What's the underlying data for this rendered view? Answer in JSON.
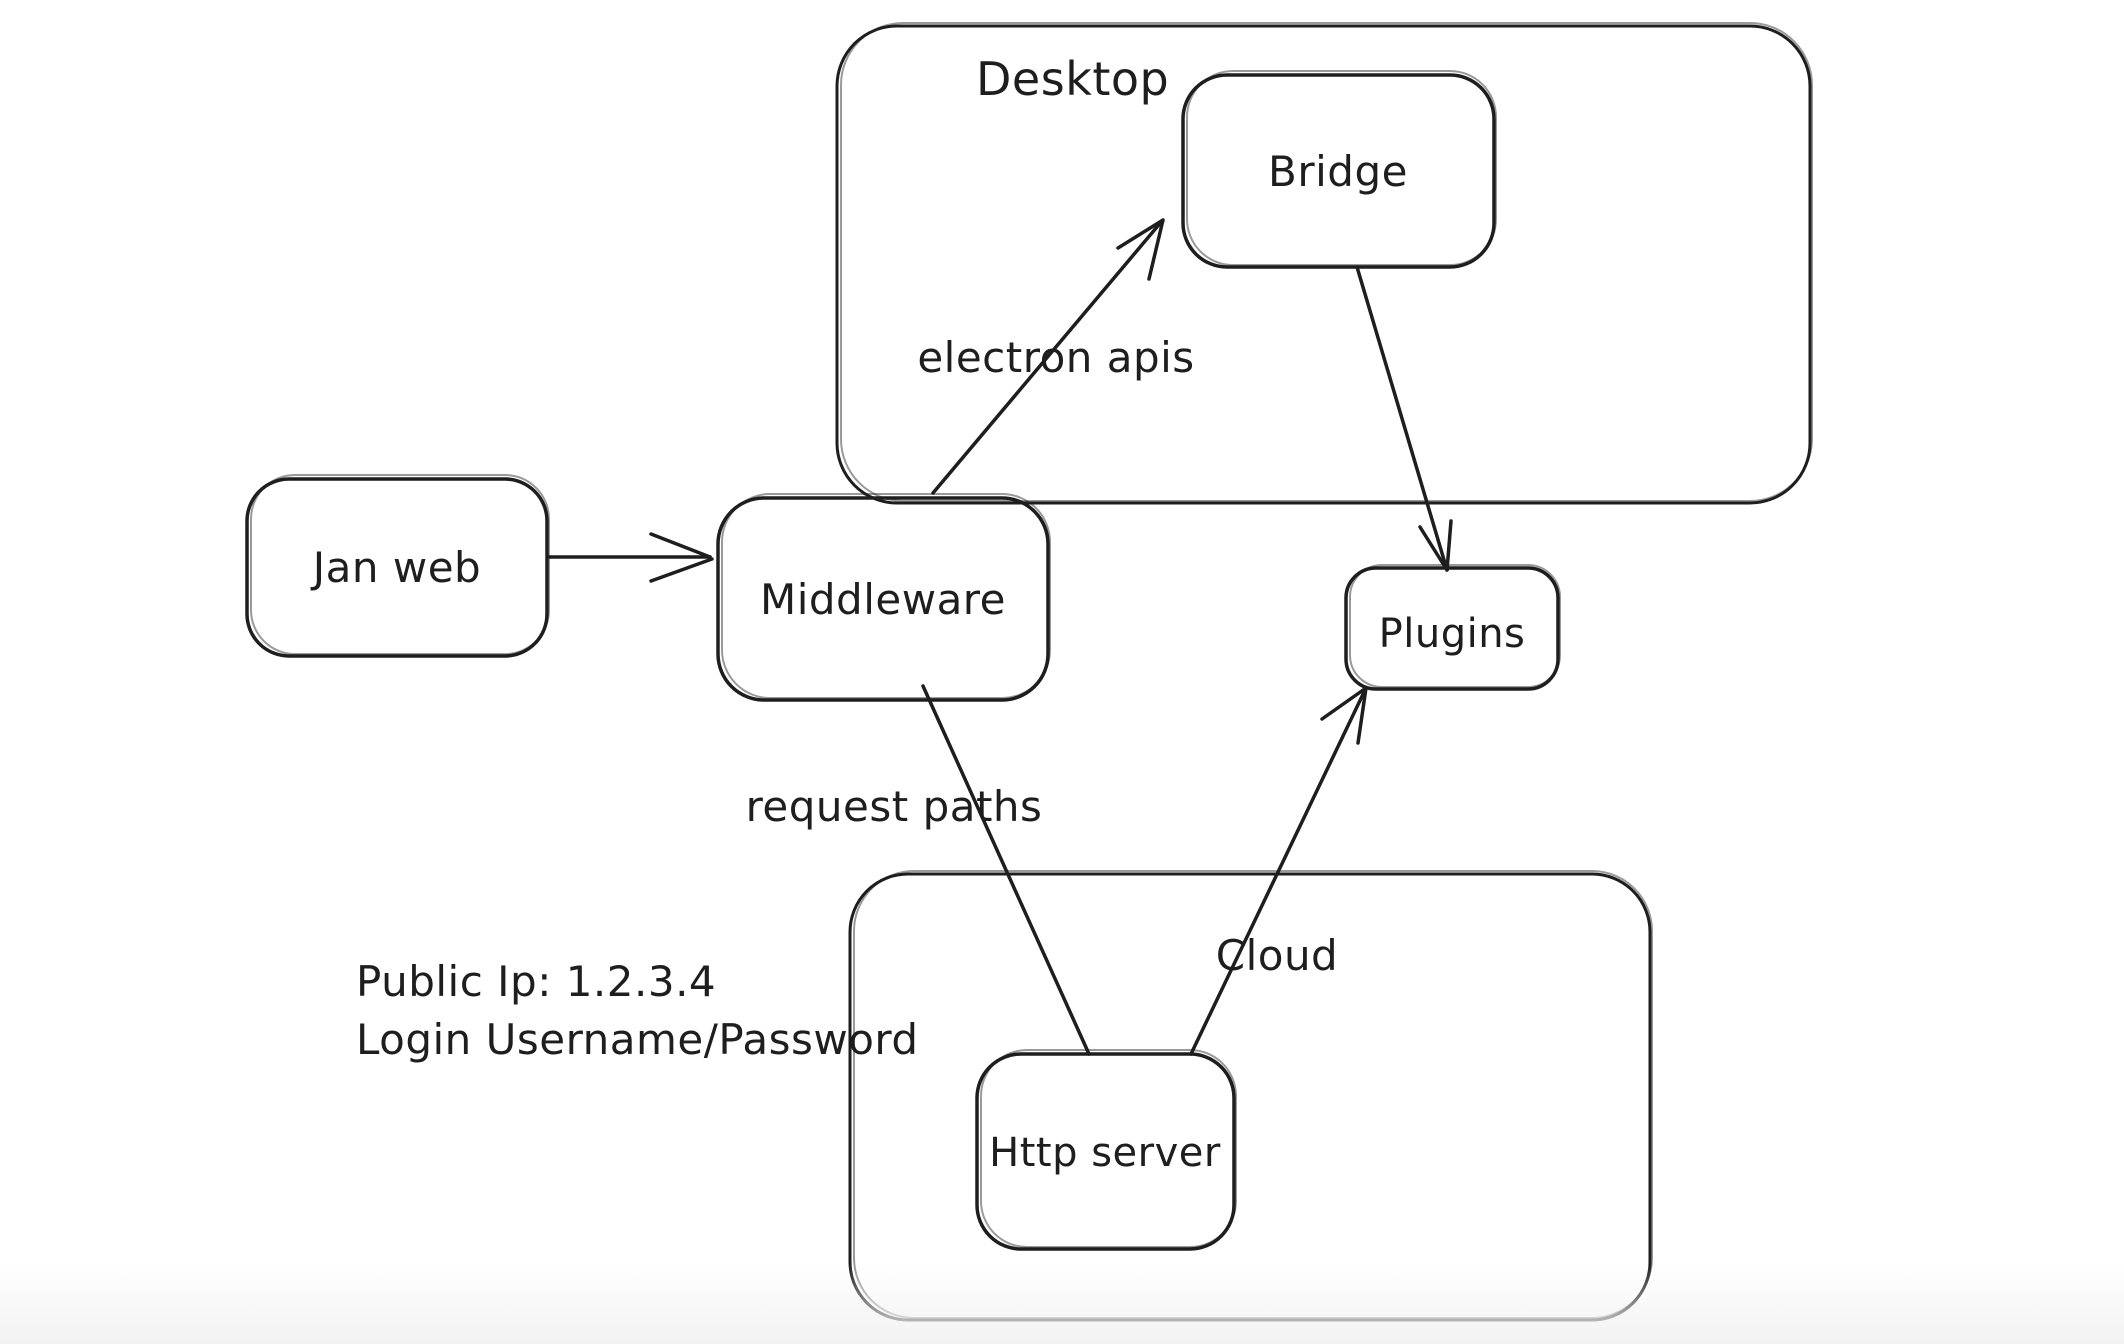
{
  "canvas": {
    "background_color": "#ffffff",
    "stroke_color": "#1e1e1e",
    "style": "hand-drawn whiteboard sketch"
  },
  "containers": {
    "desktop": {
      "label": "Desktop"
    },
    "cloud": {
      "label": "Cloud"
    }
  },
  "nodes": {
    "jan_web": {
      "label": "Jan web"
    },
    "middleware": {
      "label": "Middleware"
    },
    "bridge": {
      "label": "Bridge",
      "inside": "desktop"
    },
    "plugins": {
      "label": "Plugins"
    },
    "http_server": {
      "label": "Http server",
      "inside": "cloud"
    }
  },
  "edges": {
    "jan_web_to_middleware": {
      "from": "jan_web",
      "to": "middleware",
      "label": "",
      "arrowhead": "end"
    },
    "middleware_to_bridge": {
      "from": "middleware",
      "to": "bridge",
      "label": "electron apis",
      "arrowhead": "end"
    },
    "bridge_to_plugins": {
      "from": "bridge",
      "to": "plugins",
      "label": "",
      "arrowhead": "end"
    },
    "middleware_to_http_server": {
      "from": "middleware",
      "to": "http_server",
      "label": "request paths",
      "arrowhead": "none"
    },
    "http_server_to_plugins": {
      "from": "http_server",
      "to": "plugins",
      "label": "",
      "arrowhead": "end"
    }
  },
  "notes": {
    "lines": [
      "Public Ip: 1.2.3.4",
      "Login Username/Password"
    ]
  }
}
